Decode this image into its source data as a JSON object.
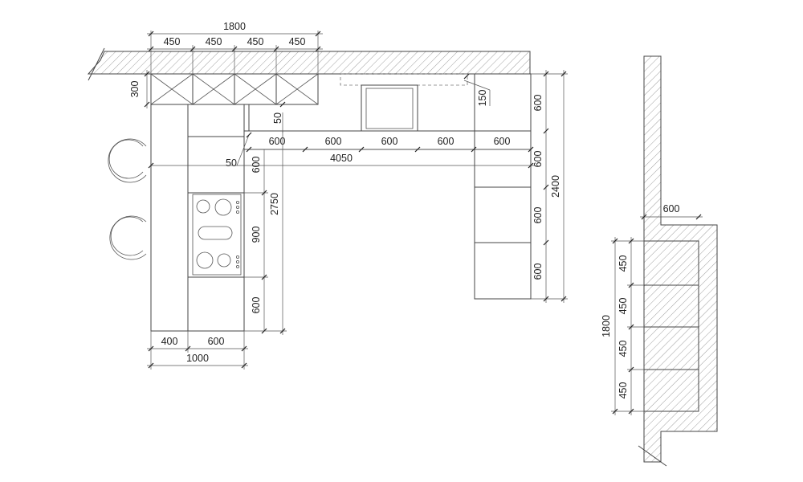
{
  "plan": {
    "top_total": "1800",
    "top_segments": [
      "450",
      "450",
      "450",
      "450"
    ],
    "upper_depth": "300",
    "offset_50_a": "50",
    "offset_50_b": "50",
    "hood_depth": "150",
    "counter_segments": [
      "600",
      "600",
      "600",
      "600",
      "600"
    ],
    "counter_total": "4050",
    "left_depth": "600",
    "left_total": "2750",
    "hob_length": "900",
    "left_bottom": "600",
    "base_widths": [
      "400",
      "600"
    ],
    "base_total": "1000",
    "right_segments": [
      "600",
      "600",
      "600",
      "600"
    ],
    "right_total": "2400"
  },
  "elevation": {
    "depth": "600",
    "total": "1800",
    "segments": [
      "450",
      "450",
      "450",
      "450"
    ]
  }
}
